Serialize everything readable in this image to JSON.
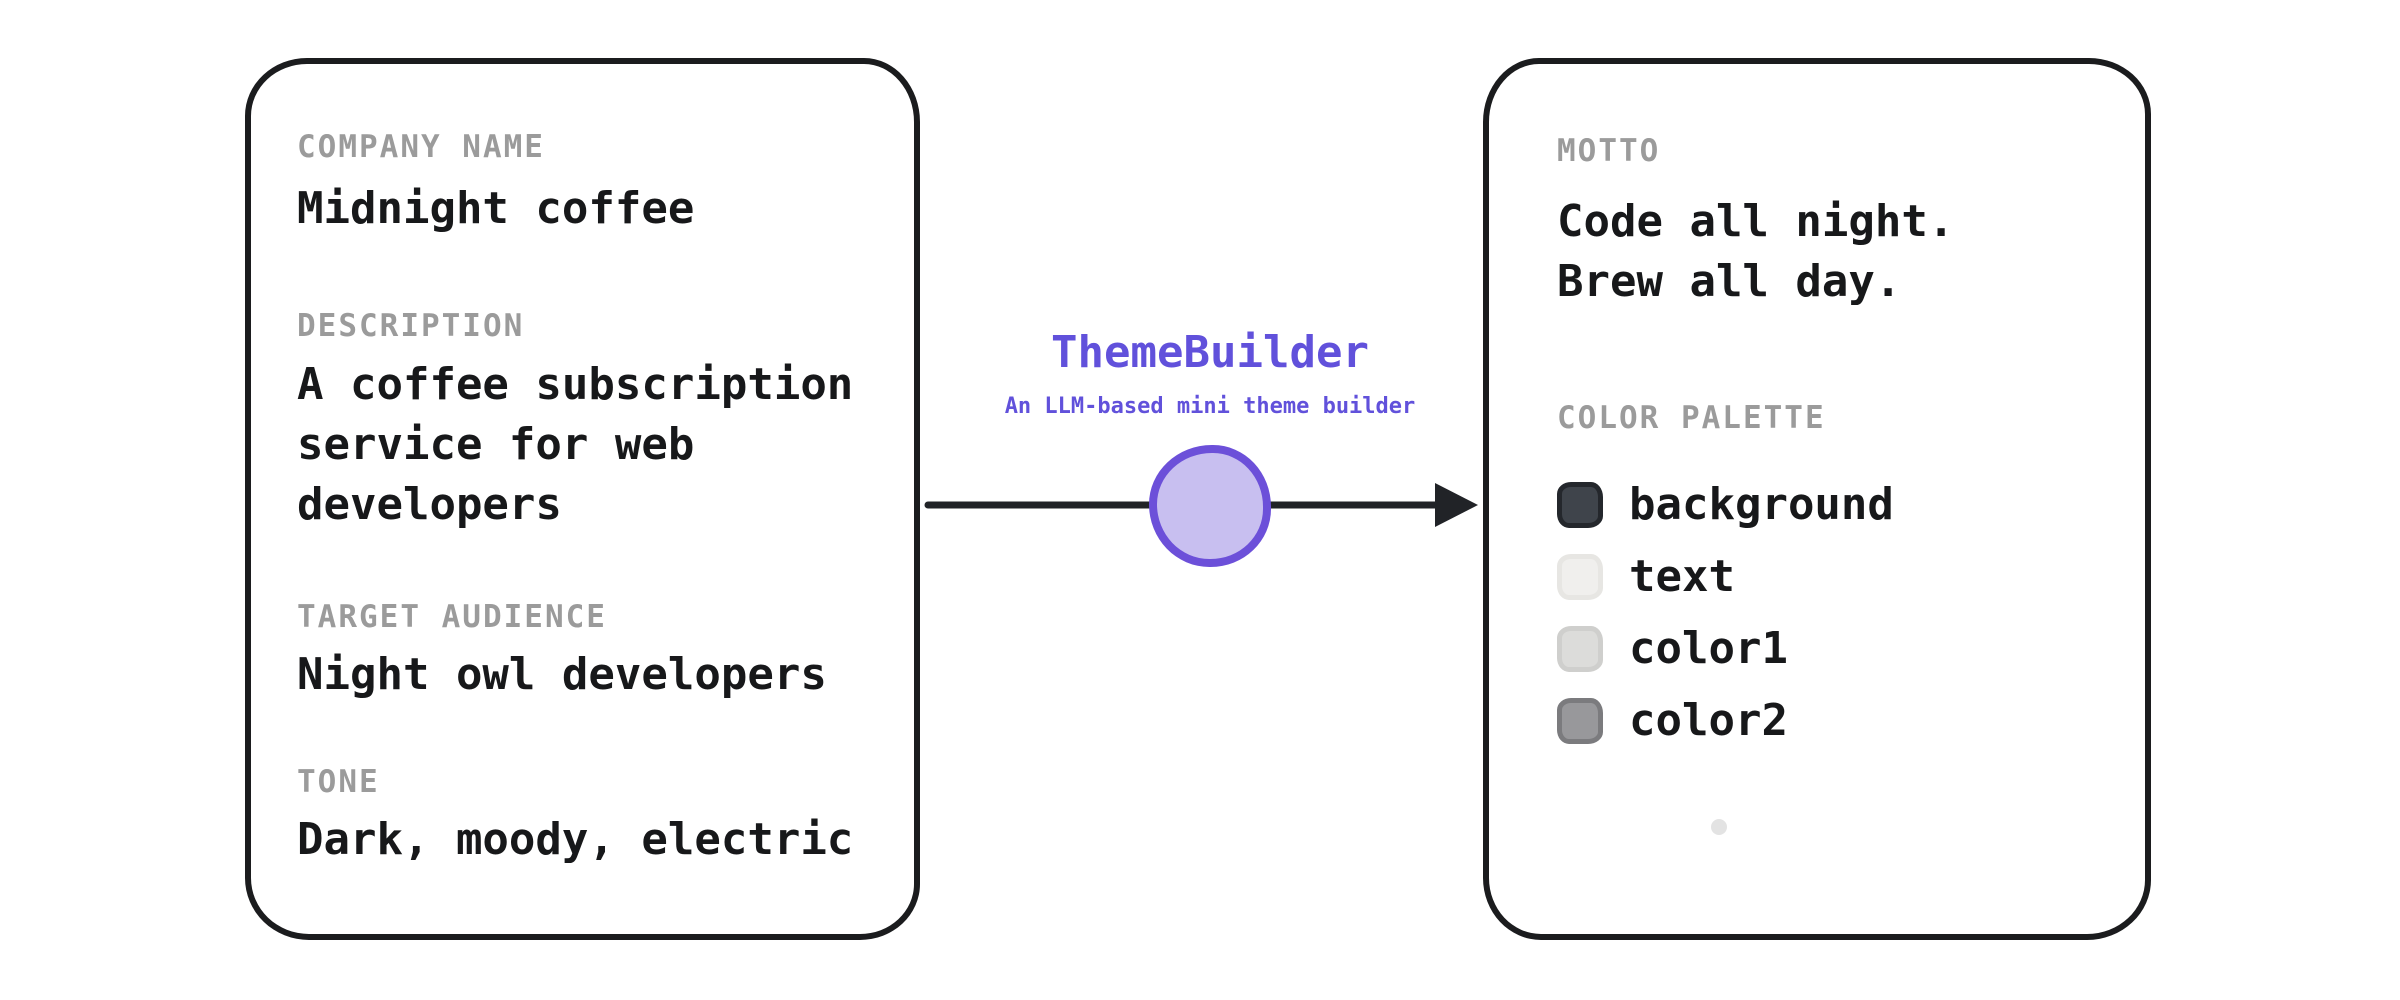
{
  "diagram": {
    "input_card": {
      "fields": [
        {
          "label": "COMPANY NAME",
          "value": "Midnight coffee"
        },
        {
          "label": "DESCRIPTION",
          "value": "A coffee subscription service for web developers",
          "lines": [
            "A coffee subscription",
            "service for web",
            "developers"
          ]
        },
        {
          "label": "TARGET AUDIENCE",
          "value": "Night owl developers"
        },
        {
          "label": "TONE",
          "value": "Dark, moody, electric"
        }
      ]
    },
    "processor": {
      "title": "ThemeBuilder",
      "subtitle": "An LLM-based mini theme builder"
    },
    "output_card": {
      "motto_label": "MOTTO",
      "motto_lines": [
        "Code all night.",
        "Brew all day."
      ],
      "palette_label": "COLOR PALETTE",
      "palette": [
        {
          "name": "background",
          "fill": "#3f444b",
          "border": "#24272c"
        },
        {
          "name": "text",
          "fill": "#f0efed",
          "border": "#e7e6e3"
        },
        {
          "name": "color1",
          "fill": "#dcdcda",
          "border": "#cfcfcd"
        },
        {
          "name": "color2",
          "fill": "#98989b",
          "border": "#7b7b7e"
        }
      ]
    },
    "colors": {
      "accent": "#6151db",
      "node_fill": "#c8bff0",
      "node_border": "#6c50d9",
      "arrow": "#212327",
      "card_border": "#1b1c1e",
      "label_gray": "#9b9b9b",
      "text": "#17181a",
      "background": "#ffffff",
      "dot": "#e3e3e3"
    }
  }
}
